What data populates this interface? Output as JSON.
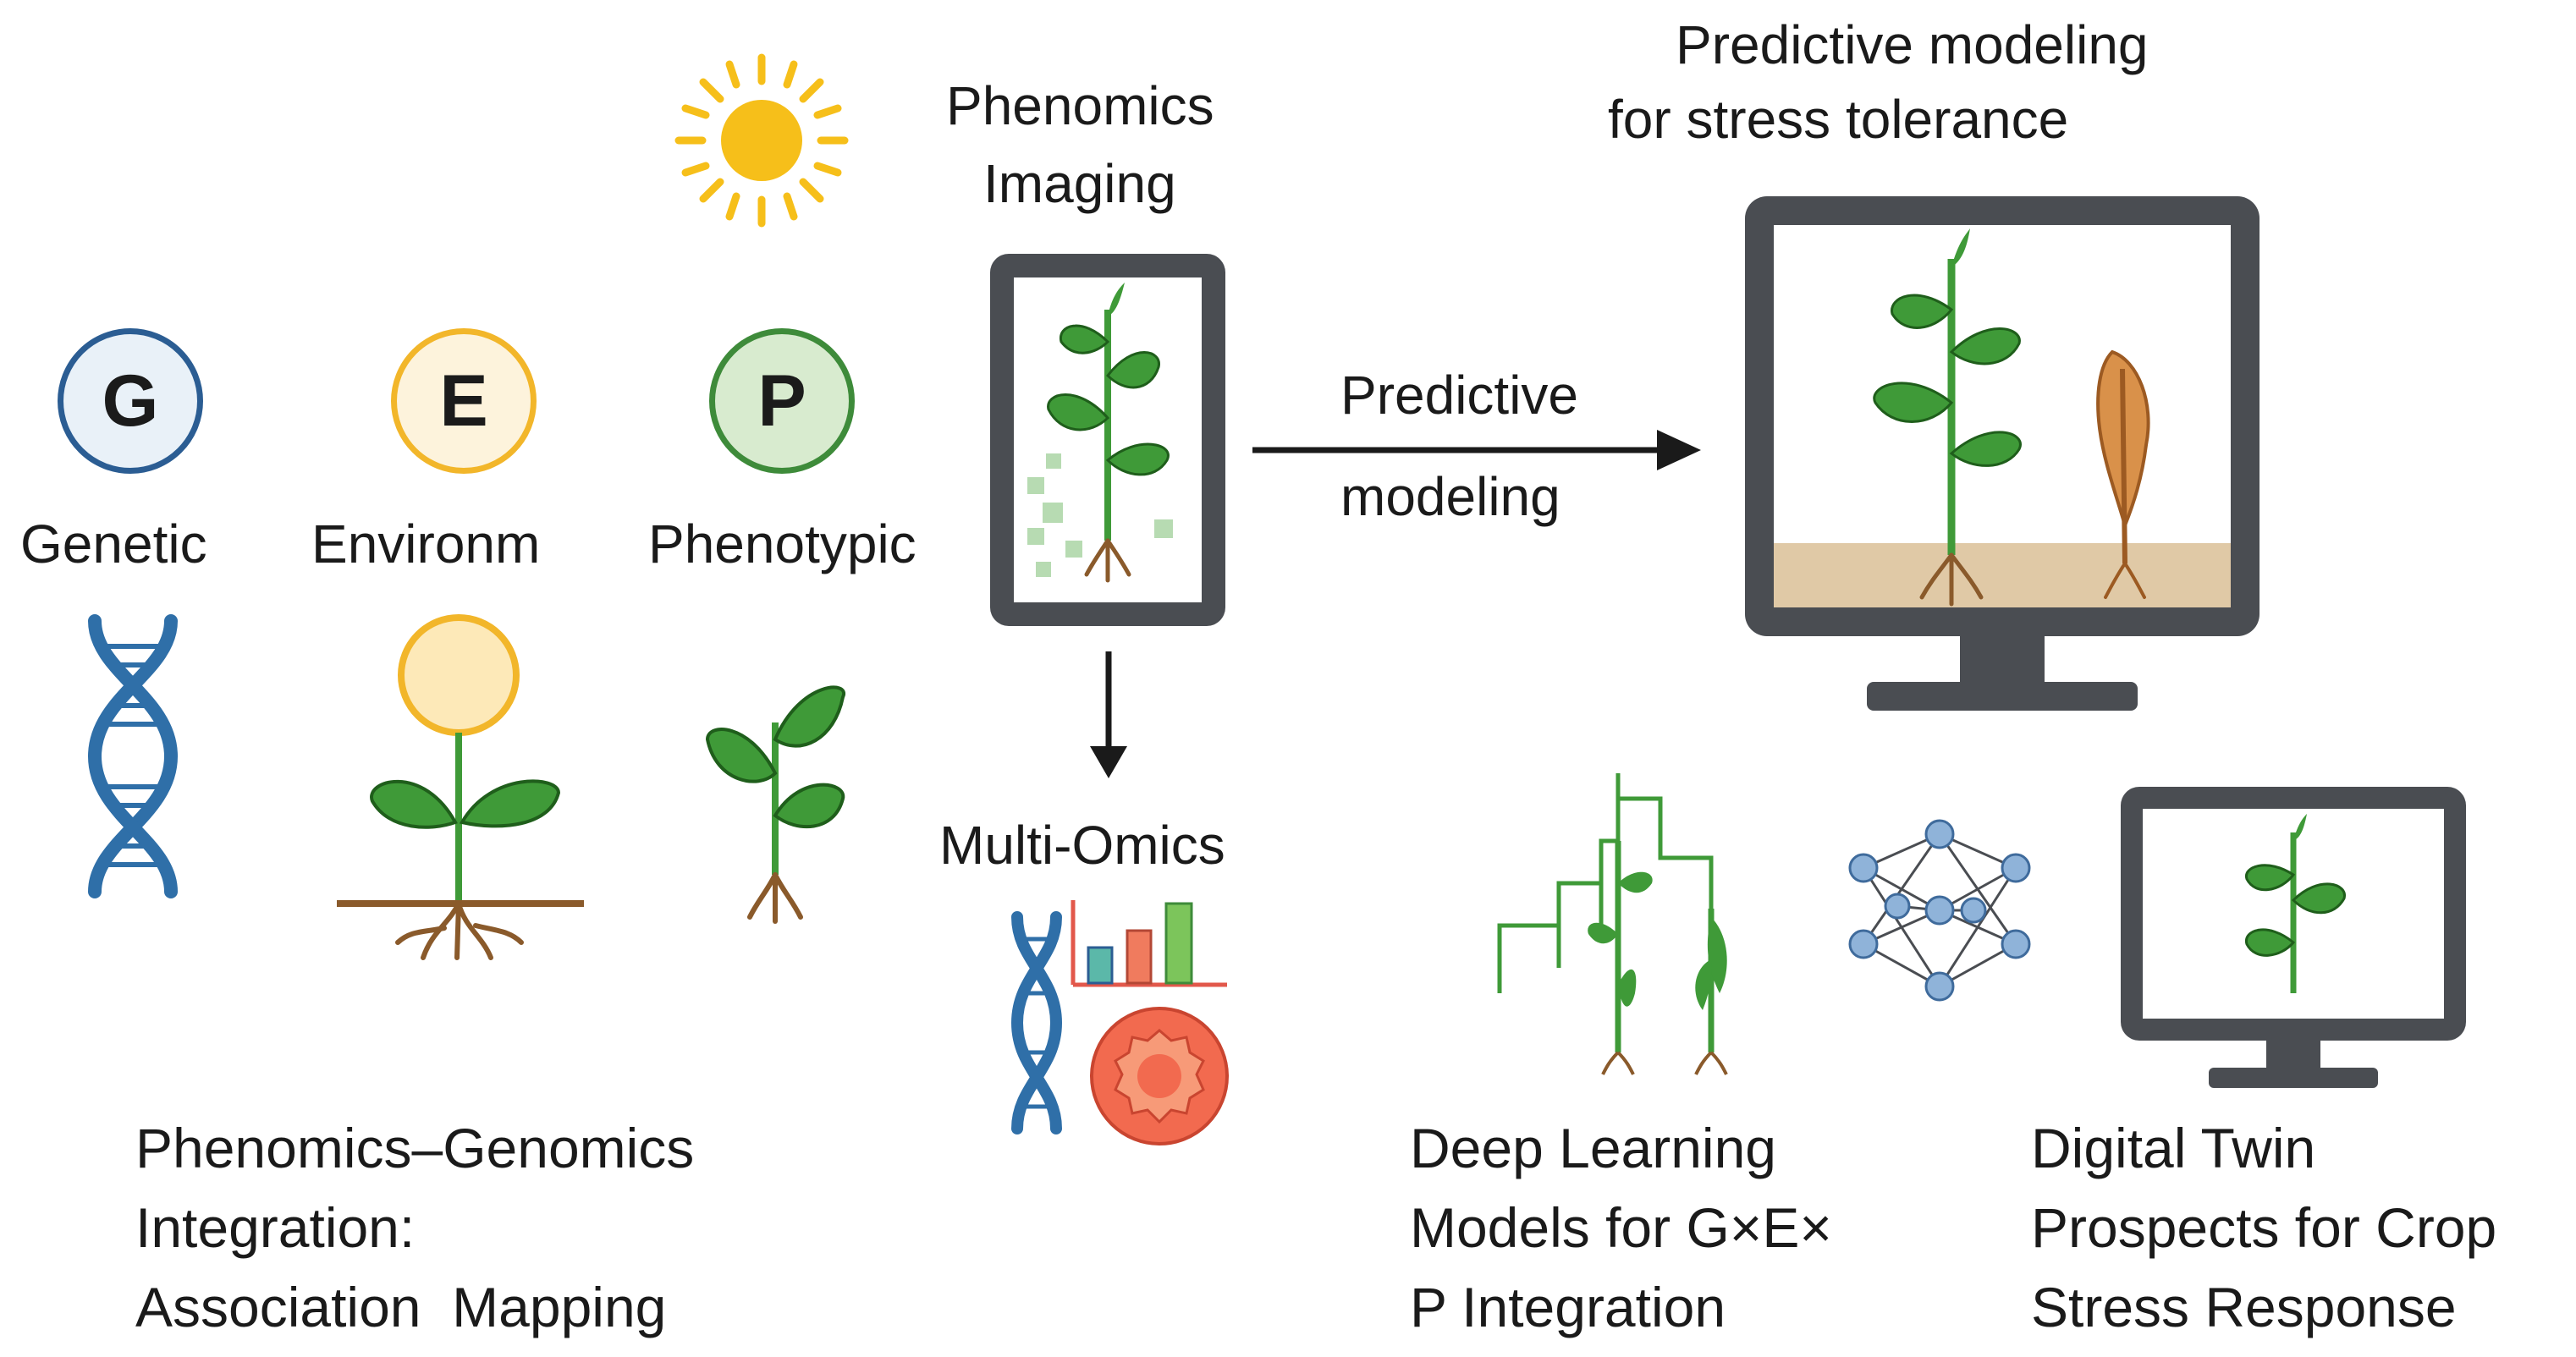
{
  "gep": {
    "genetic": {
      "letter": "G",
      "label": "Genetic"
    },
    "environment": {
      "letter": "E",
      "label": "Environm"
    },
    "phenotypic": {
      "letter": "P",
      "label": "Phenotypic"
    }
  },
  "phenomics_imaging": {
    "title_line1": "Phenomics",
    "title_line2": "Imaging"
  },
  "arrow_label": {
    "line1": "Predictive",
    "line2": "modeling"
  },
  "stress_modeling": {
    "title_line1": "Predictive modeling",
    "title_line2": "for stress tolerance"
  },
  "multi_omics": {
    "title": "Multi-Omics"
  },
  "integration": {
    "line1": "Phenomics–Genomics",
    "line2": "Integration:",
    "line3": "Association  Mapping"
  },
  "deep_learning": {
    "line1": "Deep Learning",
    "line2": "Models for G×E×",
    "line3": "P Integration"
  },
  "digital_twin": {
    "line1": "Digital Twin",
    "line2": "Prospects for Crop",
    "line3": "Stress Response"
  },
  "colors": {
    "genetic_ring": "#2b5d93",
    "genetic_fill": "#e9f1f8",
    "environment_ring": "#f2b62a",
    "environment_fill": "#fdf3dc",
    "phenotypic_ring": "#3e8b3a",
    "phenotypic_fill": "#d8ebcf",
    "leaf": "#3f9a38",
    "root": "#8a5a2b",
    "device": "#4a4d52",
    "sun": "#f6bf1a"
  }
}
